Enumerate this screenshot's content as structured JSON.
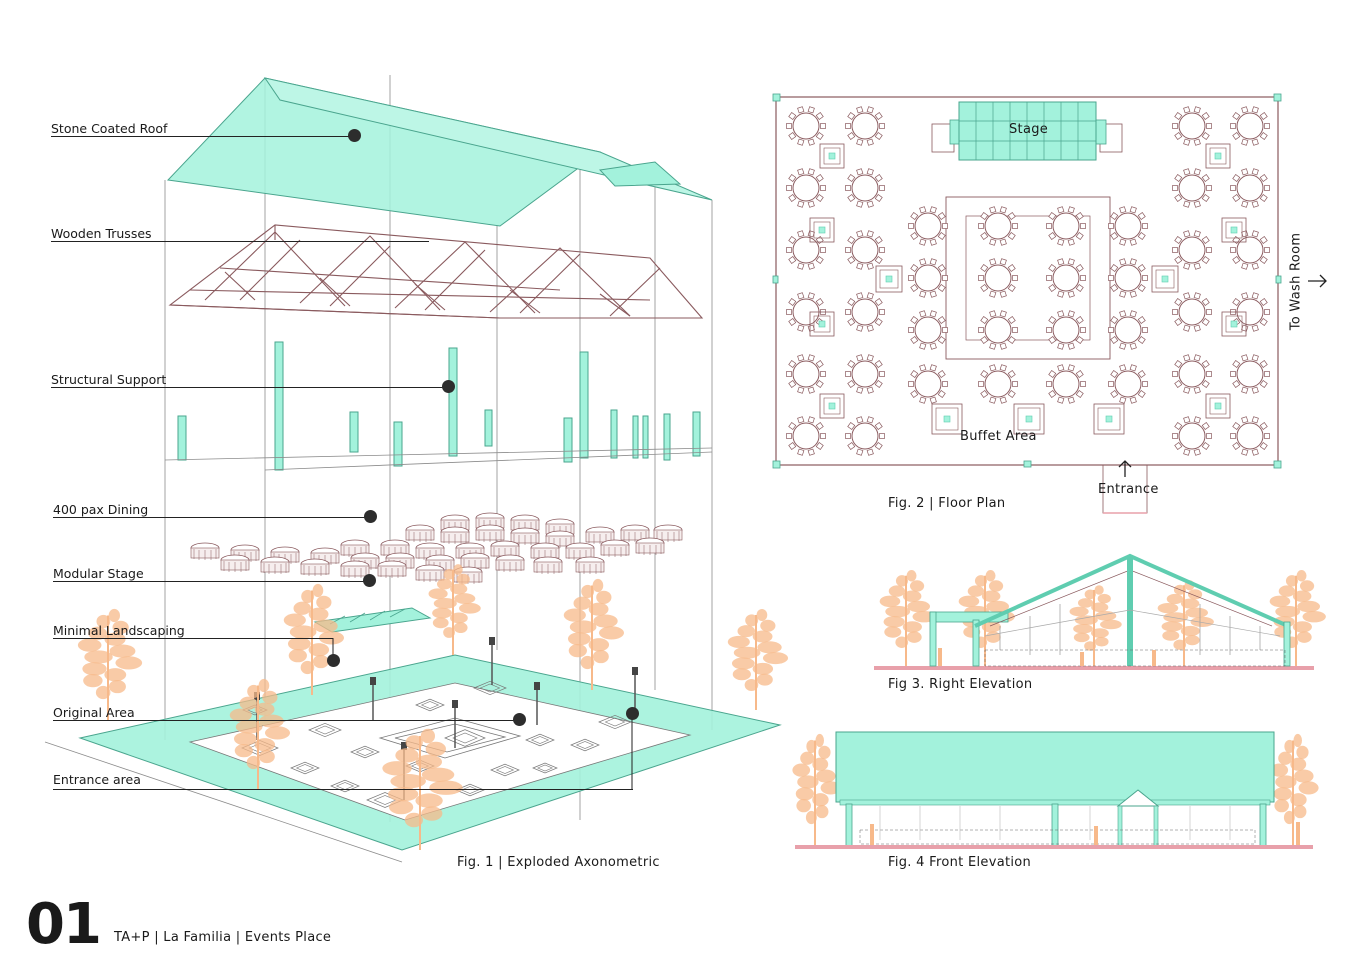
{
  "axonometric": {
    "caption": "Fig. 1  |  Exploded Axonometric",
    "layers": [
      "Stone Coated Roof",
      "Wooden Trusses",
      "Structural Support",
      "400 pax Dining",
      "Modular Stage",
      "Minimal Landscaping",
      "Original Area",
      "Entrance area"
    ]
  },
  "floor_plan": {
    "caption": "Fig. 2  |  Floor Plan",
    "stage_label": "Stage",
    "buffet_label": "Buffet Area",
    "entrance_label": "Entrance",
    "washroom_label": "To Wash Room"
  },
  "right_elevation": {
    "caption": "Fig 3. Right Elevation"
  },
  "front_elevation": {
    "caption": "Fig. 4 Front Elevation"
  },
  "footer": {
    "page_number": "01",
    "title": "TA+P  |  La Familia  |  Events Place"
  },
  "colors": {
    "mint": "#a3f2dc",
    "mint_stroke": "#5fcdb0",
    "structure": "#8a5a5e",
    "tree": "#f7b98a",
    "ground": "#e8a0aa"
  }
}
